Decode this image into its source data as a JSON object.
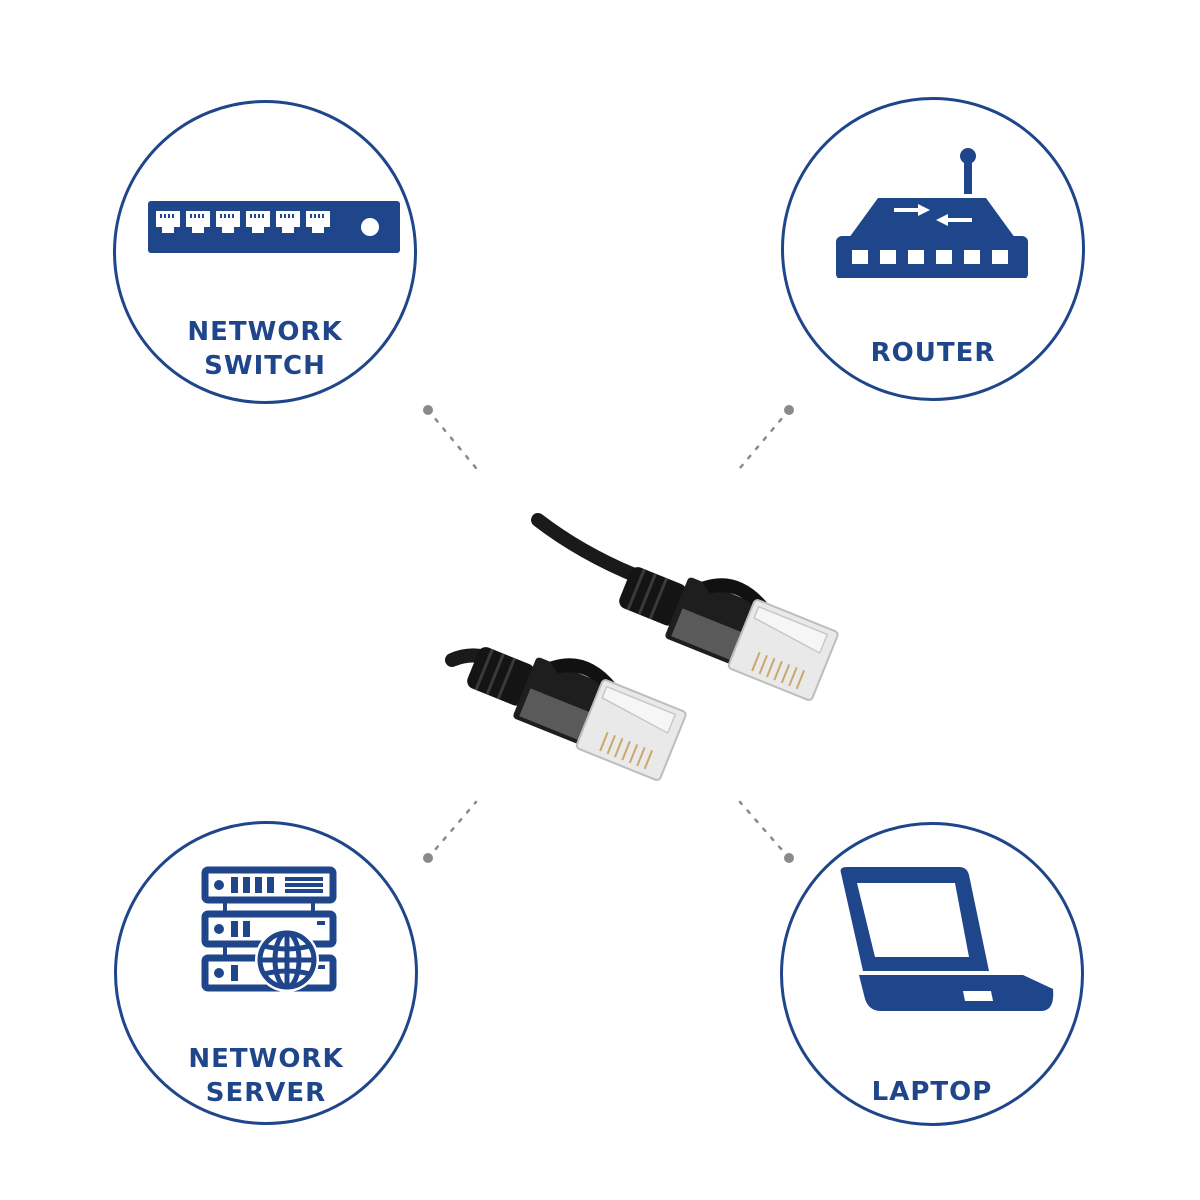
{
  "colors": {
    "accent": "#1f468b",
    "connector": "#8a8a8a",
    "cable": "#1a1a1a"
  },
  "devices": {
    "switch": {
      "line1": "NETWORK",
      "line2": "SWITCH",
      "icon": "network-switch-icon"
    },
    "router": {
      "label": "ROUTER",
      "icon": "router-icon"
    },
    "server": {
      "line1": "NETWORK",
      "line2": "SERVER",
      "icon": "server-rack-icon"
    },
    "laptop": {
      "label": "LAPTOP",
      "icon": "laptop-icon"
    }
  },
  "center": {
    "icon": "ethernet-cable-icon"
  }
}
